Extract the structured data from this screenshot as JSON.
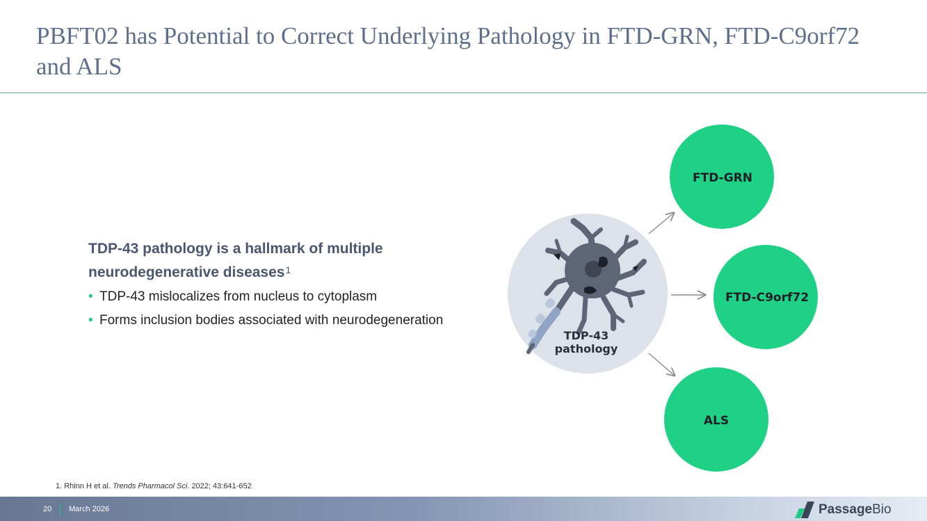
{
  "slide": {
    "title": "PBFT02 has Potential to Correct Underlying Pathology in FTD-GRN, FTD-C9orf72 and ALS"
  },
  "content": {
    "heading": "TDP-43 pathology is a hallmark of multiple neurodegenerative diseases",
    "heading_ref": "1",
    "bullets": [
      "TDP-43 mislocalizes from nucleus to cytoplasm",
      "Forms inclusion bodies associated with neurodegeneration"
    ]
  },
  "diagram": {
    "center_label_line1": "TDP-43",
    "center_label_line2": "pathology",
    "targets": [
      "FTD-GRN",
      "FTD-C9orf72",
      "ALS"
    ],
    "colors": {
      "target_fill": "#1ed185",
      "center_fill": "#dde2ea",
      "neuron": "#5d6576",
      "arrow": "#8a8a8a"
    }
  },
  "footnote": {
    "prefix": "1. Rhinn H et al. ",
    "journal": "Trends Pharmacol Sci",
    "suffix": ". 2022; 43:641-652"
  },
  "footer": {
    "page_number": "20",
    "date": "March 2026",
    "logo_word1": "Passage",
    "logo_word2": "Bio"
  },
  "colors": {
    "title": "#5e6f8b",
    "accent": "#1ec886",
    "heading": "#4b5770"
  }
}
